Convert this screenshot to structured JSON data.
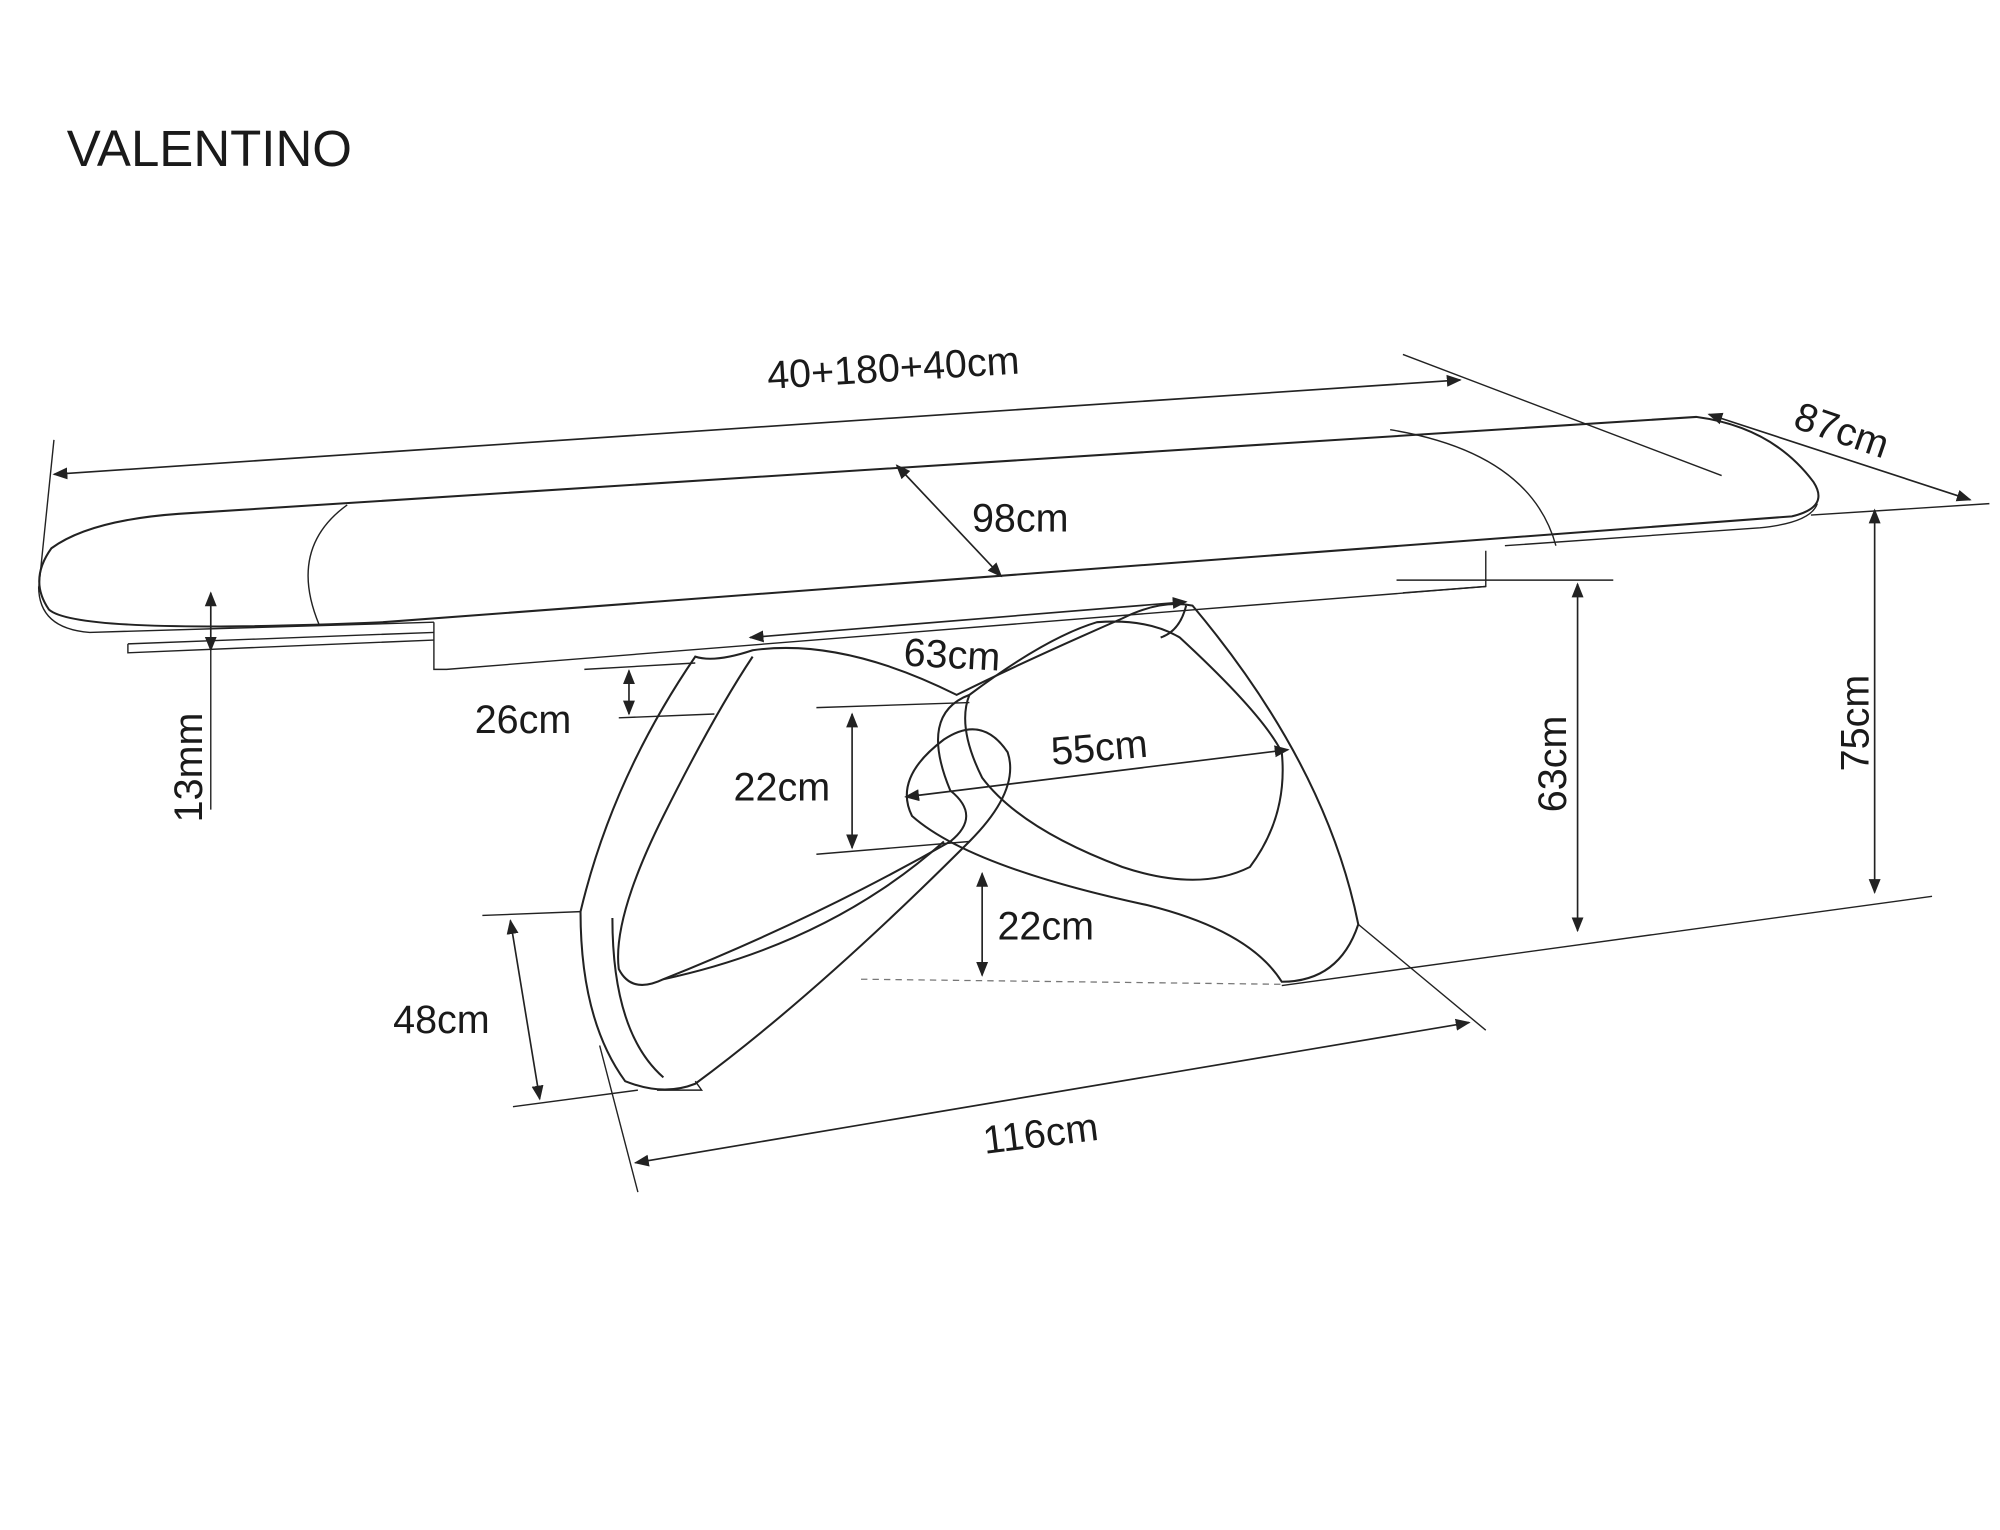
{
  "title": "VALENTINO",
  "dimensions": {
    "length": "40+180+40cm",
    "depth": "87cm",
    "inner_depth": "98cm",
    "top_base_width": "63cm",
    "frame_offset": "26cm",
    "top_thickness": "13mm",
    "loop_inner_height": "22cm",
    "loop_inner_width": "55cm",
    "base_height": "63cm",
    "total_height": "75cm",
    "bottom_gap": "22cm",
    "base_depth": "48cm",
    "base_length": "116cm"
  }
}
